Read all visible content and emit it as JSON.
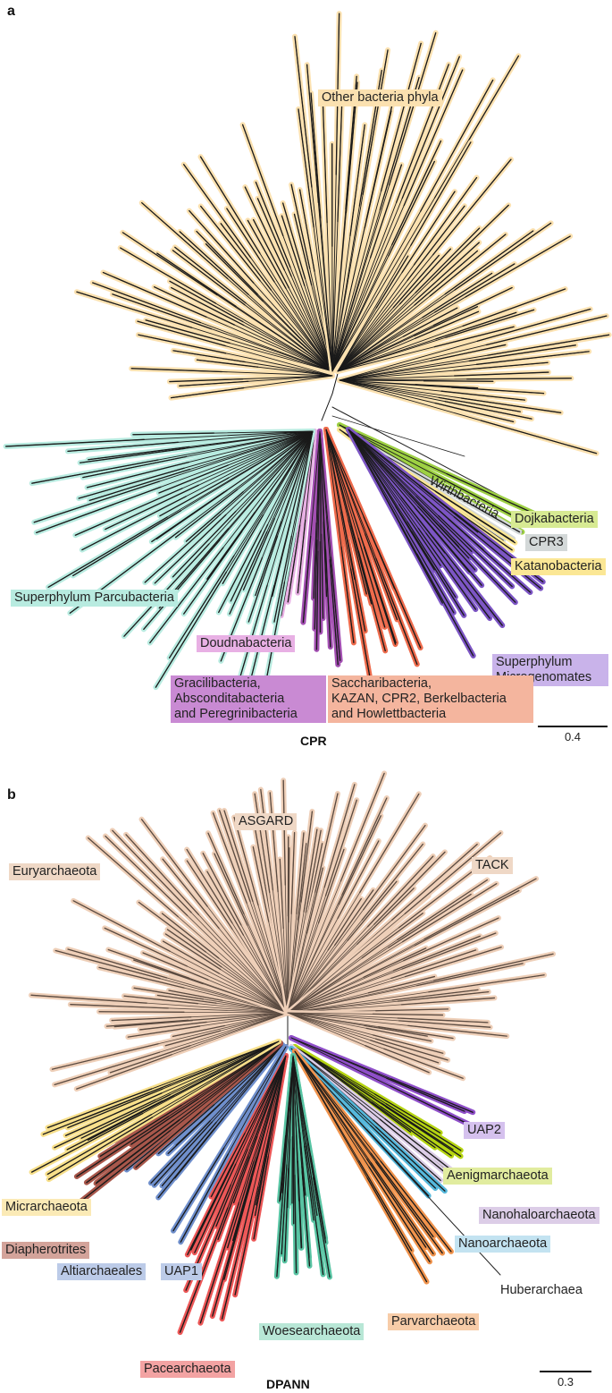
{
  "panel_a": {
    "letter": "a",
    "caption": "CPR",
    "scale_bar": "0.4",
    "labels": {
      "other_bacteria": "Other bacteria phyla",
      "wirthbacteria": "Wirthbacteria",
      "dojkabacteria": "Dojkabacteria",
      "cpr3": "CPR3",
      "katanobacteria": "Katanobacteria",
      "parcubacteria": "Superphylum Parcubacteria",
      "doudnabacteria": "Doudnabacteria",
      "microgenomates_1": "Superphylum",
      "microgenomates_2": "Microgenomates",
      "gracili_1": "Gracilibacteria,",
      "gracili_2": "Absconditabacteria",
      "gracili_3": "and Peregrinibacteria",
      "saccharibacteria_1": "Saccharibacteria,",
      "saccharibacteria_2": "KAZAN, CPR2, Berkelbacteria",
      "saccharibacteria_3": "and Howlettbacteria"
    }
  },
  "panel_b": {
    "letter": "b",
    "caption": "DPANN",
    "scale_bar": "0.3",
    "labels": {
      "asgard": "ASGARD",
      "euryarchaeota": "Euryarchaeota",
      "tack": "TACK",
      "uap2": "UAP2",
      "aenigmarchaeota": "Aenigmarchaeota",
      "nanohaloarchaeota": "Nanohaloarchaeota",
      "nanoarchaeota": "Nanoarchaeota",
      "huberarchaea": "Huberarchaea",
      "parvarchaeota": "Parvarchaeota",
      "micrarchaeota": "Micrarchaeota",
      "diapherotrites": "Diapherotrites",
      "altiarchaeales": "Altiarchaeales",
      "uap1": "UAP1",
      "woesearchaeota": "Woesearchaeota",
      "pacearchaeota": "Pacearchaeota"
    }
  },
  "colors": {
    "bacteria": "#fbe1b0",
    "parcubacteria": "#b8ebe0",
    "parcu_line": "#55c2ad",
    "doudna": "#e8b0e4",
    "gracili": "#a34fb2",
    "gracili_label": "#c98ad3",
    "saccharibacteria": "#ee6b4c",
    "saccharibacteria_label": "#f4b59e",
    "microgenomates": "#7c55c4",
    "microgenomates_label": "#c9b3ea",
    "katano": "#fbe795",
    "cpr3": "#d3d8d8",
    "dojka": "#d7ea93",
    "dojka_line": "#9dd043",
    "archaea": "#eecfb8",
    "archaea_label": "#efd8c6",
    "uap2": "#8f4fc9",
    "uap2_label": "#d5c1ee",
    "aenigma": "#b5d411",
    "aenigma_label": "#e1ec9f",
    "nanohalo": "#dccde7",
    "nano": "#55b8dc",
    "nano_label": "#c3e3f1",
    "parv": "#f0934c",
    "parv_label": "#f7cca8",
    "micr": "#f7df8a",
    "micr_label": "#fbeab6",
    "diaph": "#a8574b",
    "diaph_label": "#d3a39a",
    "alti": "#6f8fcc",
    "alti_label": "#bccbe8",
    "woese": "#58c4a3",
    "woese_label": "#b8e7d6",
    "pace": "#ec5757",
    "pace_label": "#f3a3a3"
  }
}
